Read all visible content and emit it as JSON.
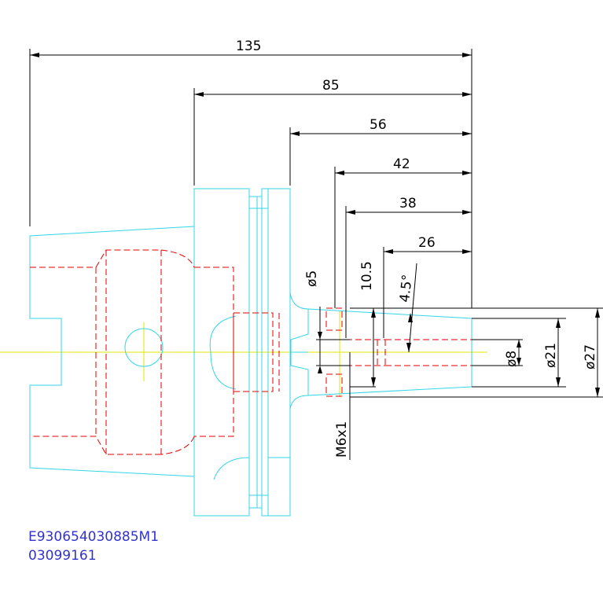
{
  "colors": {
    "outline": "#33d6e6",
    "hidden": "#e60000",
    "center": "#e6e600",
    "dimension": "#000000",
    "note": "#3333cc"
  },
  "dimensions": {
    "overall_length": "135",
    "flange_to_end": "85",
    "collar_to_end": "56",
    "length_42": "42",
    "length_38": "38",
    "length_26": "26",
    "hole_diameter": "ø5",
    "depth": "10.5",
    "taper_angle": "4.5°",
    "thread": "M6x1",
    "bore_diameter": "ø8",
    "tip_diameter": "ø21",
    "nose_diameter": "ø27"
  },
  "notes": {
    "part_code": "E930654030885M1",
    "ref_code": "03099161"
  }
}
